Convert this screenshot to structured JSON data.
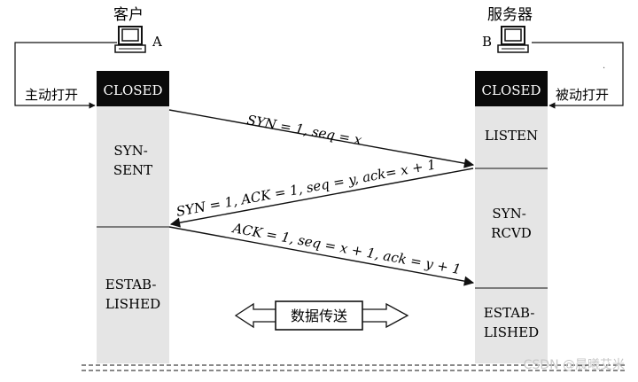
{
  "client": {
    "title": "客户",
    "host_label": "A",
    "active_open_label": "主动打开",
    "states": [
      "CLOSED",
      "SYN-\nSENT",
      "ESTAB-\nLISHED"
    ]
  },
  "server": {
    "title": "服务器",
    "host_label": "B",
    "passive_open_label": "被动打开",
    "states": [
      "CLOSED",
      "LISTEN",
      "SYN-\nRCVD",
      "ESTAB-\nLISHED"
    ]
  },
  "messages": [
    {
      "text": "SYN = 1, seq = x",
      "from": "client",
      "to": "server"
    },
    {
      "text": "SYN = 1, ACK = 1, seq = y, ack= x + 1",
      "from": "server",
      "to": "client"
    },
    {
      "text": "ACK = 1, seq = x + 1, ack = y + 1",
      "from": "client",
      "to": "server"
    }
  ],
  "data_transfer_label": "数据传送",
  "watermark": "CSDN @晨曦艾米",
  "colors": {
    "state_fill": "#e5e5e5",
    "closed_fill": "#0a0a0a",
    "closed_text": "#ffffff",
    "line": "#111111"
  },
  "icons": [
    "computer-icon",
    "computer-icon"
  ]
}
